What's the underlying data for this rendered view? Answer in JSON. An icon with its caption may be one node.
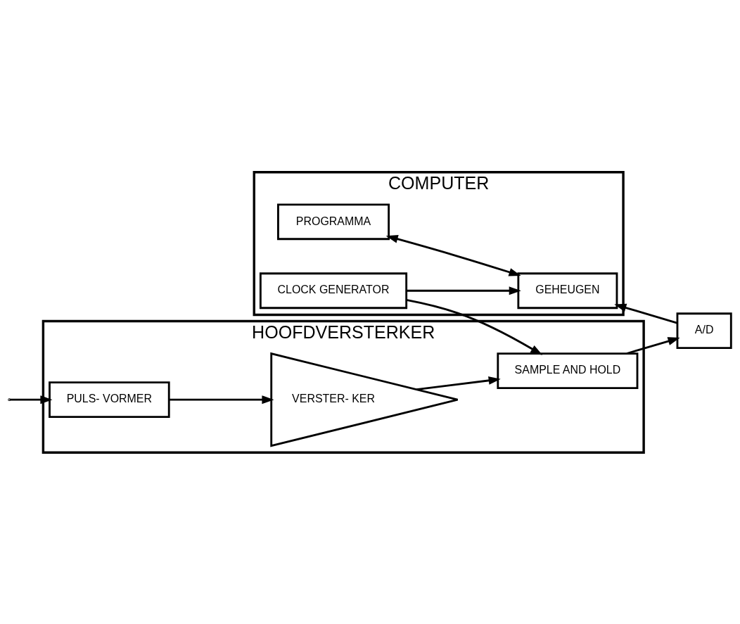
{
  "diagram": {
    "nodes": [
      {
        "text": [
          "HOOFDVERSTERKER"
        ]
      },
      {
        "text": [
          "PULS- VORMER"
        ],
        "in": 0
      },
      {
        "text": [
          "VERSTER- KER"
        ],
        "in": 0
      },
      {
        "text": [
          "SAMPLE AND HOLD"
        ],
        "in": 0
      },
      {
        "text": [
          "COMPUTER"
        ]
      },
      {
        "text": [
          "PROGRAMMA"
        ],
        "in": 4
      },
      {
        "text": [
          "CLOCK GENERATOR"
        ],
        "in": 4
      },
      {
        "text": [
          "GEHEUGEN"
        ],
        "in": 4
      },
      {
        "text": [
          "A/D"
        ]
      }
    ],
    "edges": [
      {
        "from": null,
        "to": 1,
        "arrow": "to"
      },
      {
        "from": 1,
        "to": 2,
        "arrow": "to"
      },
      {
        "from": 2,
        "to": 3,
        "arrow": "to"
      },
      {
        "from": 6,
        "to": 3,
        "arrow": "to"
      },
      {
        "from": 6,
        "to": 7,
        "arrow": "to"
      },
      {
        "from": 5,
        "to": 7,
        "arrow": "both"
      },
      {
        "from": 3,
        "to": 8,
        "arrow": "to"
      },
      {
        "from": 8,
        "to": 7,
        "arrow": "to"
      }
    ]
  }
}
